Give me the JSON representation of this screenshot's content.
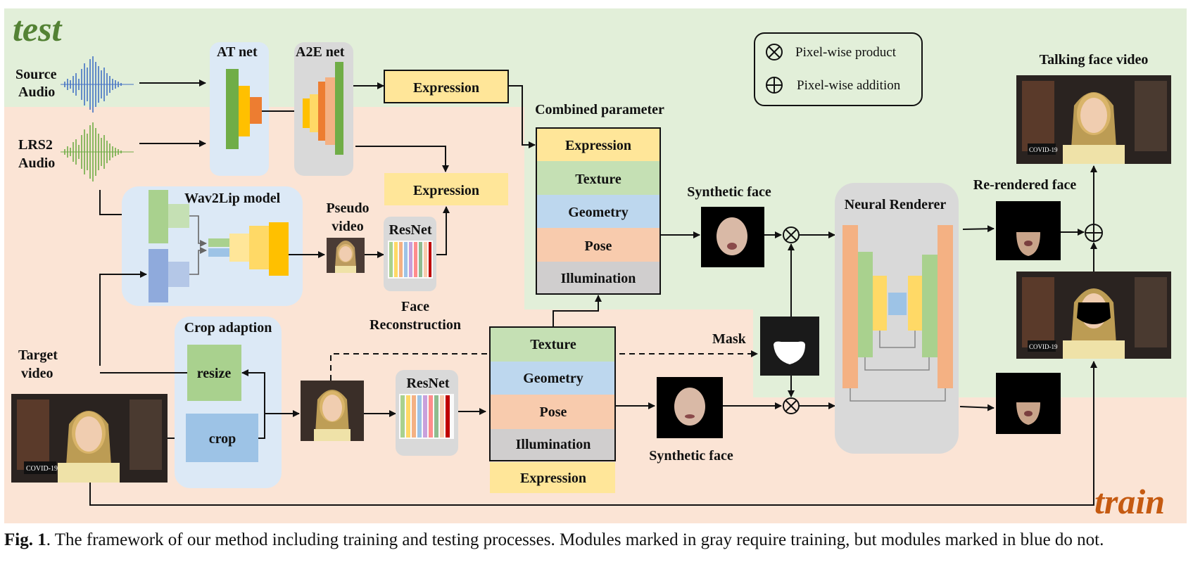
{
  "labels": {
    "test": "test",
    "train": "train",
    "source_audio_1": "Source",
    "source_audio_2": "Audio",
    "lrs2_audio_1": "LRS2",
    "lrs2_audio_2": "Audio",
    "target_video_1": "Target",
    "target_video_2": "video",
    "at_net": "AT net",
    "a2e_net": "A2E net",
    "wav2lip": "Wav2Lip model",
    "pseudo_video_1": "Pseudo",
    "pseudo_video_2": "video",
    "resnet_top": "ResNet",
    "resnet_bottom": "ResNet",
    "face_recon_1": "Face",
    "face_recon_2": "Reconstruction",
    "crop_adaption": "Crop adaption",
    "resize": "resize",
    "crop": "crop",
    "expression_top": "Expression",
    "expression_mid": "Expression",
    "combined_parameter": "Combined parameter",
    "combined_items": [
      "Expression",
      "Texture",
      "Geometry",
      "Pose",
      "Illumination"
    ],
    "lower_items": [
      "Texture",
      "Geometry",
      "Pose",
      "Illumination",
      "Expression"
    ],
    "synthetic_face_top": "Synthetic face",
    "synthetic_face_bottom": "Synthetic face",
    "mask": "Mask",
    "neural_renderer": "Neural Renderer",
    "rerendered_face": "Re-rendered face",
    "talking_face_video": "Talking face video",
    "legend_product": "Pixel-wise product",
    "legend_addition": "Pixel-wise addition",
    "video_badge": "COVID-19"
  },
  "caption": {
    "prefix": "Fig. 1",
    "text": ". The framework of our method including training and testing processes. Modules marked in gray require training, but modules marked in blue do not."
  },
  "colors": {
    "test_bg": "#e2efd9",
    "train_bg": "#fbe4d5",
    "blue_module": "#dce9f6",
    "gray_module": "#d9d9d9",
    "expression": "#ffe699",
    "texture": "#c5e0b4",
    "geometry": "#bdd7ee",
    "pose": "#f8cbad",
    "illumination": "#d0cece",
    "test_text": "#548235",
    "train_text": "#c55a11"
  }
}
